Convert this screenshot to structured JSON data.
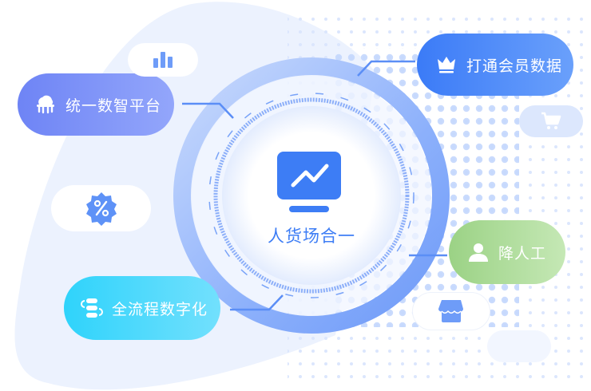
{
  "diagram": {
    "center": {
      "label": "人货场合一",
      "icon": "monitor-trend-icon"
    },
    "nodes": [
      {
        "id": "unified-platform",
        "label": "统一数智平台",
        "icon": "cloud-server-icon",
        "color_start": "#6e84f5",
        "color_end": "#93a6fb"
      },
      {
        "id": "member-data",
        "label": "打通会员数据",
        "icon": "crown-icon",
        "color_start": "#3b7bf7",
        "color_end": "#6aa0fb"
      },
      {
        "id": "reduce-labor",
        "label": "降人工",
        "icon": "user-icon",
        "color_start": "#9bd285",
        "color_end": "#c5e8b5"
      },
      {
        "id": "full-digital",
        "label": "全流程数字化",
        "icon": "process-flow-icon",
        "color_start": "#2fd3fb",
        "color_end": "#72e0fd"
      }
    ],
    "decor_chips": [
      {
        "icon": "bar-chart-icon"
      },
      {
        "icon": "discount-badge-icon"
      },
      {
        "icon": "shopping-cart-icon"
      },
      {
        "icon": "store-icon"
      }
    ]
  },
  "colors": {
    "accent": "#3d7df5",
    "ring": "#8fb2fb",
    "blob": "#eaf1fe"
  }
}
